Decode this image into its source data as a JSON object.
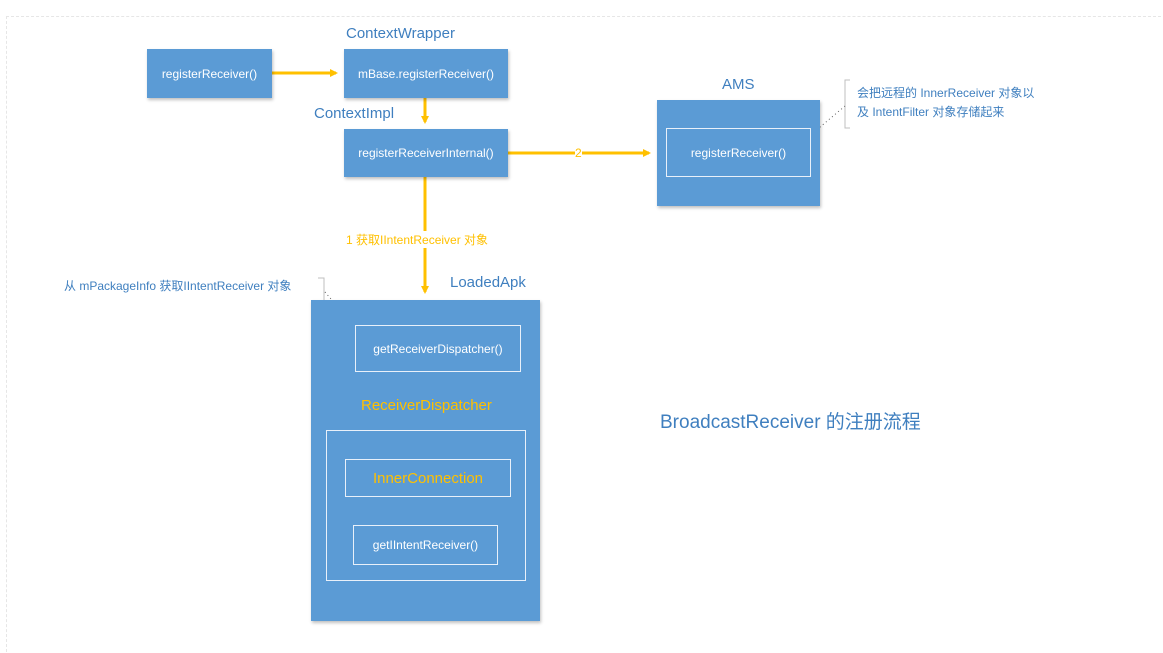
{
  "boxes": {
    "register_receiver": "registerReceiver()",
    "mbase_register_receiver": "mBase.registerReceiver()",
    "register_receiver_internal": "registerReceiverInternal()",
    "ams_register_receiver": "registerReceiver()",
    "get_receiver_dispatcher": "getReceiverDispatcher()",
    "inner_connection": "InnerConnection",
    "get_iintent_receiver": "getIIntentReceiver()"
  },
  "titles": {
    "context_wrapper": "ContextWrapper",
    "context_impl": "ContextImpl",
    "ams": "AMS",
    "loaded_apk": "LoadedApk",
    "receiver_dispatcher": "ReceiverDispatcher"
  },
  "edge_labels": {
    "step_2": "2",
    "step_1": "1 获取IIntentReceiver 对象"
  },
  "notes": {
    "ams_note_line1": "会把远程的 InnerReceiver 对象以",
    "ams_note_line2": "及 IntentFilter 对象存储起来",
    "loaded_apk_note": "从 mPackageInfo 获取IIntentReceiver 对象"
  },
  "diagram_title": "BroadcastReceiver 的注册流程",
  "colors": {
    "box_fill": "#5b9bd5",
    "arrow": "#ffc000",
    "title_text": "#3f7fbf",
    "inner_border": "#e8f0fa"
  }
}
